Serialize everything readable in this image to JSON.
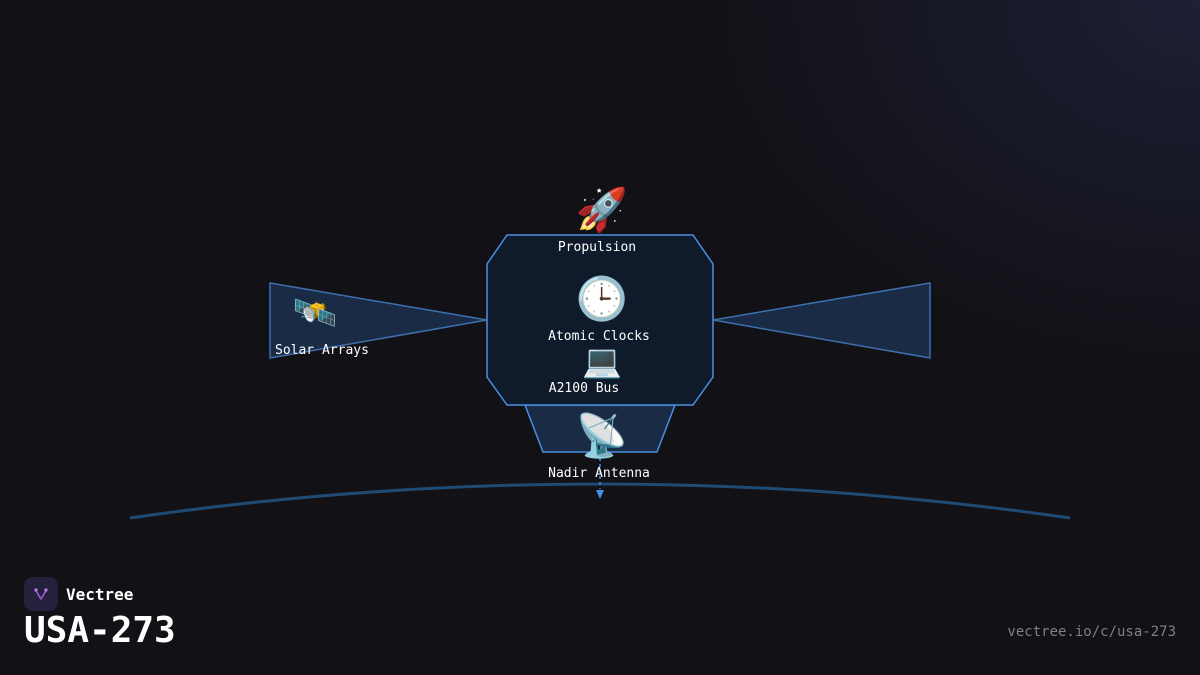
{
  "brand": {
    "name": "Vectree"
  },
  "title": "USA-273",
  "url": "vectree.io/c/usa-273",
  "components": {
    "propulsion": {
      "label": "Propulsion",
      "icon": "🚀",
      "icon_name": "rocket-icon"
    },
    "atomic_clocks": {
      "label": "Atomic Clocks",
      "icon": "🕒",
      "icon_name": "clock-icon"
    },
    "bus": {
      "label": "A2100 Bus",
      "icon": "💻",
      "icon_name": "laptop-icon"
    },
    "solar_arrays": {
      "label": "Solar Arrays",
      "icon": "🛰️",
      "icon_name": "satellite-icon"
    },
    "antenna": {
      "label": "Nadir Antenna",
      "icon": "📡",
      "icon_name": "satellite-dish-icon"
    }
  },
  "colors": {
    "background": "#111116",
    "panel_fill": "#1a2b45",
    "body_fill": "#0f1a2b",
    "stroke": "#4a90e2",
    "earth_arc": "#1f4a72",
    "logo_bg": "#24213d",
    "logo_accent": "#a25bd6"
  }
}
